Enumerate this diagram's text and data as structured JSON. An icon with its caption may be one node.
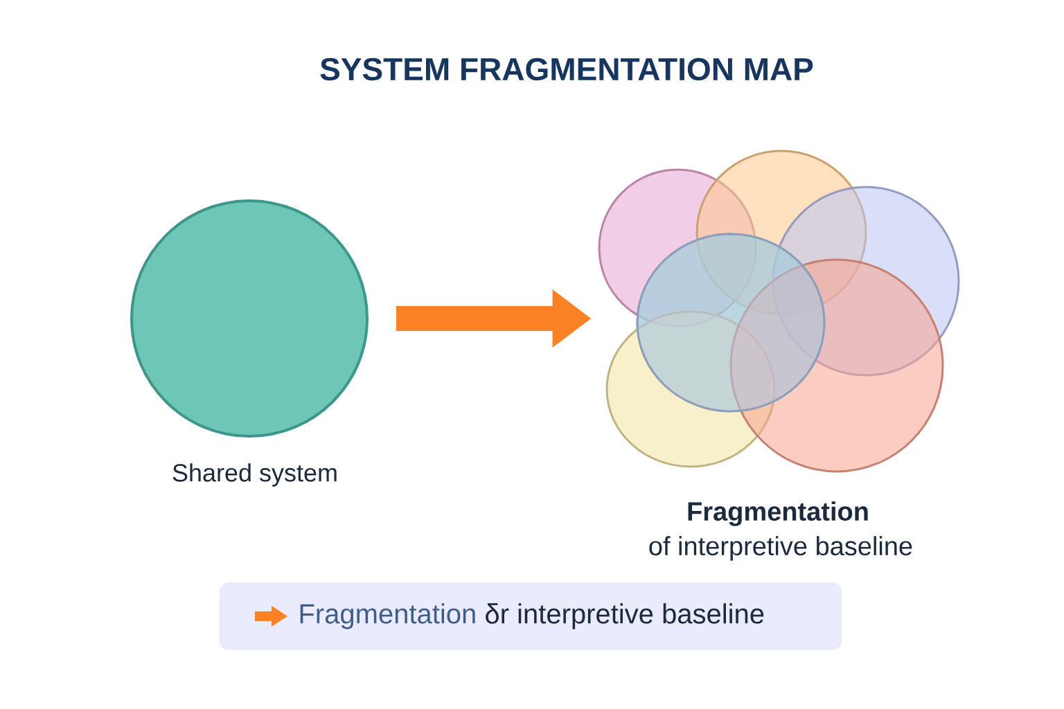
{
  "diagram": {
    "title": "SYSTEM FRAGMENTATION MAP",
    "nodes": [
      {
        "text": [],
        "shape": "circle",
        "beside": [
          "Shared system"
        ]
      },
      {
        "text": [],
        "shape": "picture",
        "beside": [
          "Fragmentation",
          "of interpretive baseline"
        ]
      },
      {
        "text": [
          "Fragmentation",
          "δr interpretive baseline"
        ]
      }
    ],
    "edges": [
      {
        "from": 0,
        "to": 1,
        "arrow": "to"
      }
    ]
  }
}
